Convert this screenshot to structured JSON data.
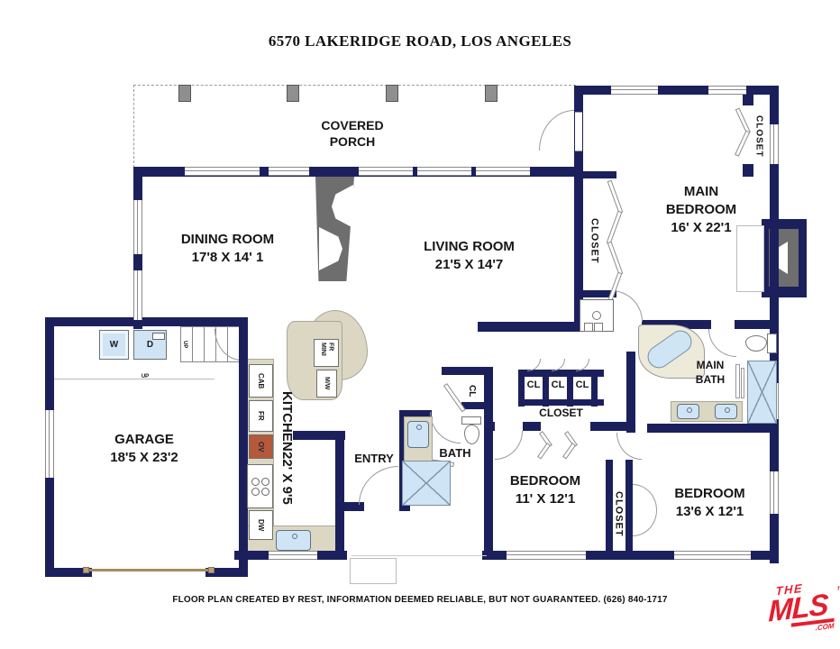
{
  "title": "6570 LAKERIDGE ROAD, LOS ANGELES",
  "rooms": {
    "covered_porch": "COVERED PORCH",
    "dining": {
      "name": "DINING ROOM",
      "dims": "17'8 X 14' 1"
    },
    "living": {
      "name": "LIVING ROOM",
      "dims": "21'5 X 14'7"
    },
    "main_bedroom": {
      "name": "MAIN BEDROOM",
      "dims": "16' X 22'1"
    },
    "garage": {
      "name": "GARAGE",
      "dims": "18'5 X 23'2"
    },
    "kitchen": {
      "name": "KITCHEN",
      "dims": "22' X 9'5"
    },
    "entry": "ENTRY",
    "bath": "BATH",
    "main_bath": "MAIN BATH",
    "bedroom_1": {
      "name": "BEDROOM",
      "dims": "11' X 12'1"
    },
    "bedroom_2": {
      "name": "BEDROOM",
      "dims": "13'6 X 12'1"
    }
  },
  "labels": {
    "closet": "CLOSET",
    "cl": "CL",
    "washer": "W",
    "dryer": "D",
    "up": "UP",
    "cab": "CAB",
    "fridge": "FR",
    "oven": "OV",
    "dishwasher": "DW",
    "mini_fridge": "MINI FR",
    "microwave": "M/W"
  },
  "footer": "FLOOR PLAN CREATED BY REST, INFORMATION DEEMED RELIABLE, BUT NOT GUARANTEED. (626) 840-1717",
  "logo": {
    "the": "THE",
    "mls": "MLS",
    "com": ".COM",
    "tm": "TM"
  },
  "colors": {
    "wall": "#1b205c",
    "fireplace_gray": "#6e6e6e",
    "fixture_blue": "#cfe4f5",
    "oven_red": "#b4593b",
    "counter_beige": "#dbd7c3",
    "cream": "#edeada",
    "logo_red": "#e51e2e",
    "garage_door_brown": "#a98a5f",
    "post_gray": "#8f8f8f"
  }
}
